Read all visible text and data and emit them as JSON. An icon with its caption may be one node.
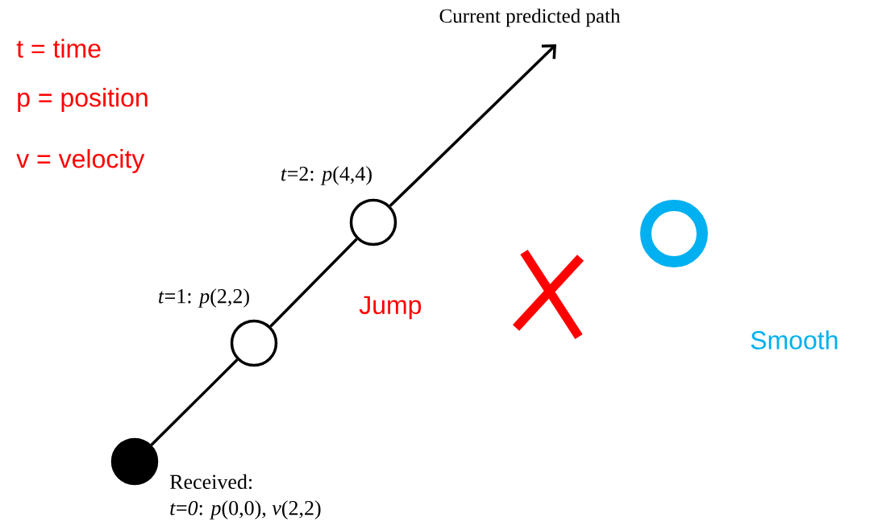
{
  "diagram": {
    "nodes": [
      {
        "text": [],
        "shape": "circle",
        "beside": [
          "Received:",
          "*t*=*0*: *p*(0,0), *v*(2,2)"
        ]
      },
      {
        "text": [],
        "shape": "circle",
        "beside": [
          "*t*=1: *p*(2,2)"
        ]
      },
      {
        "text": [],
        "shape": "circle",
        "beside": [
          "*t*=2: *p*(4,4)"
        ]
      },
      {
        "text": [],
        "shape": "cross"
      },
      {
        "text": [],
        "shape": "ring"
      }
    ],
    "edges": [
      {
        "from": 0,
        "to": 1,
        "arrow": "none"
      },
      {
        "from": 1,
        "to": 2,
        "arrow": "none"
      },
      {
        "from": 2,
        "to": null,
        "arrow": "to"
      }
    ],
    "labels": [
      "Current predicted path",
      "t = time",
      "p = position",
      "v = velocity",
      "Jump",
      "Smooth"
    ]
  }
}
